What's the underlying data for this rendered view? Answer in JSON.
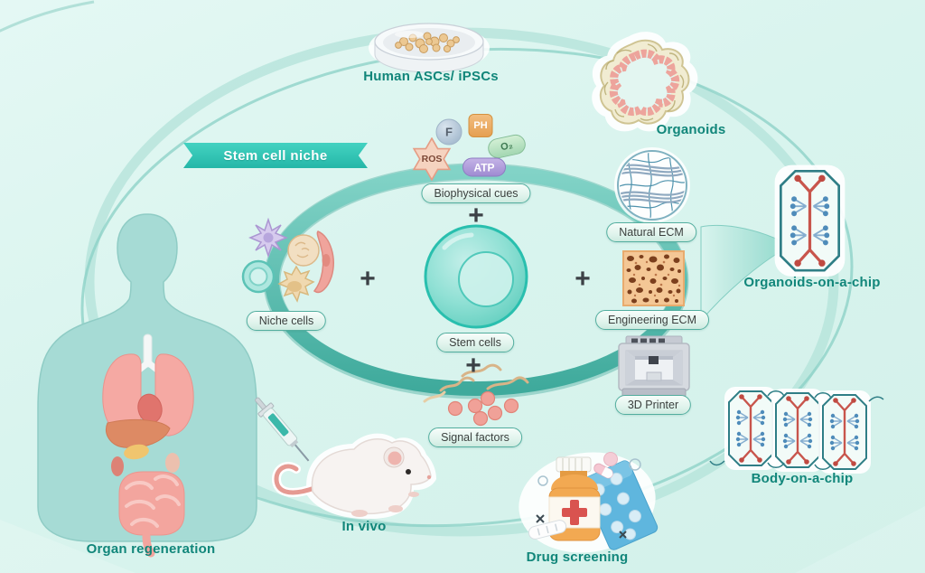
{
  "banner": {
    "label": "Stem cell niche"
  },
  "captions": {
    "human_ascs": "Human ASCs/ iPSCs",
    "organoids": "Organoids",
    "organoids_on_chip": "Organoids-on-a-chip",
    "body_on_chip": "Body-on-a-chip",
    "in_vivo": "In vivo",
    "drug_screening": "Drug screening",
    "organ_regeneration": "Organ regeneration"
  },
  "pills": {
    "biophysical_cues": "Biophysical cues",
    "stem_cells": "Stem cells",
    "niche_cells": "Niche cells",
    "signal_factors": "Signal factors",
    "natural_ecm": "Natural ECM",
    "engineering_ecm": "Engineering ECM",
    "printer_3d": "3D Printer"
  },
  "molecules": {
    "f": "F",
    "ph": "PH",
    "o2": "O₂",
    "ros": "ROS",
    "atp": "ATP"
  },
  "operators": {
    "plus": "+"
  },
  "colors": {
    "background": "#dcf5f0",
    "ring_teal": "#4fb5a8",
    "banner_teal": "#2cc2b3",
    "caption_text": "#11867a",
    "pill_border": "#53ae9f",
    "signal_dot": "#f0a198",
    "chip_channel_red": "#c8554c",
    "chip_channel_blue": "#4f8cba",
    "scaffold_fill": "#f4c795",
    "scaffold_pore": "#7b3f1d",
    "body_silhouette": "#a6dbd5",
    "organ_pink": "#f5a9a3"
  }
}
